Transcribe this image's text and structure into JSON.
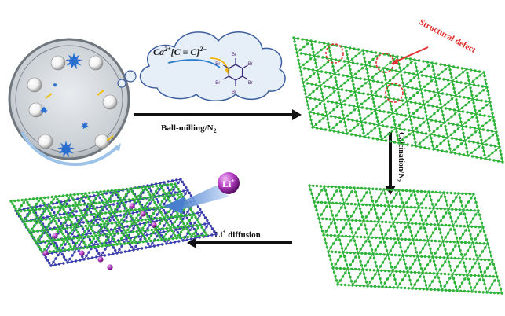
{
  "reaction": {
    "formula_cation": "Ca",
    "formula_cation_sup": "2+",
    "formula_anion": "[C ≡ C]",
    "formula_anion_sup": "2−",
    "bromine": "Br"
  },
  "labels": {
    "ball_milling": "Ball-milling/N",
    "ball_milling_sub": "2",
    "calcination": "Calcination/N",
    "calcination_sub": "2",
    "structural_defect": "Structural defect",
    "li_diffusion": "Li",
    "li_diffusion_sup": "+",
    "li_diffusion_tail": " diffusion",
    "li_ion": "Li",
    "li_ion_sup": "+"
  },
  "colors": {
    "sheet_green": "#2fb33a",
    "sheet_blue": "#3b3fae",
    "li_purple": "#b23cc0",
    "defect_red": "#e03030",
    "arrow_dark": "#111111",
    "jar_gray": "#b9bec4",
    "cloud_fill": "#e6eef8"
  },
  "icons": {
    "jar": "ball-mill-jar-icon",
    "ball": "milling-ball-icon",
    "splash": "star-burst-icon",
    "cloud": "thought-cloud-icon",
    "molecule": "hexabromobenzene-molecule-icon",
    "li_sphere": "lithium-ion-sphere-icon"
  }
}
